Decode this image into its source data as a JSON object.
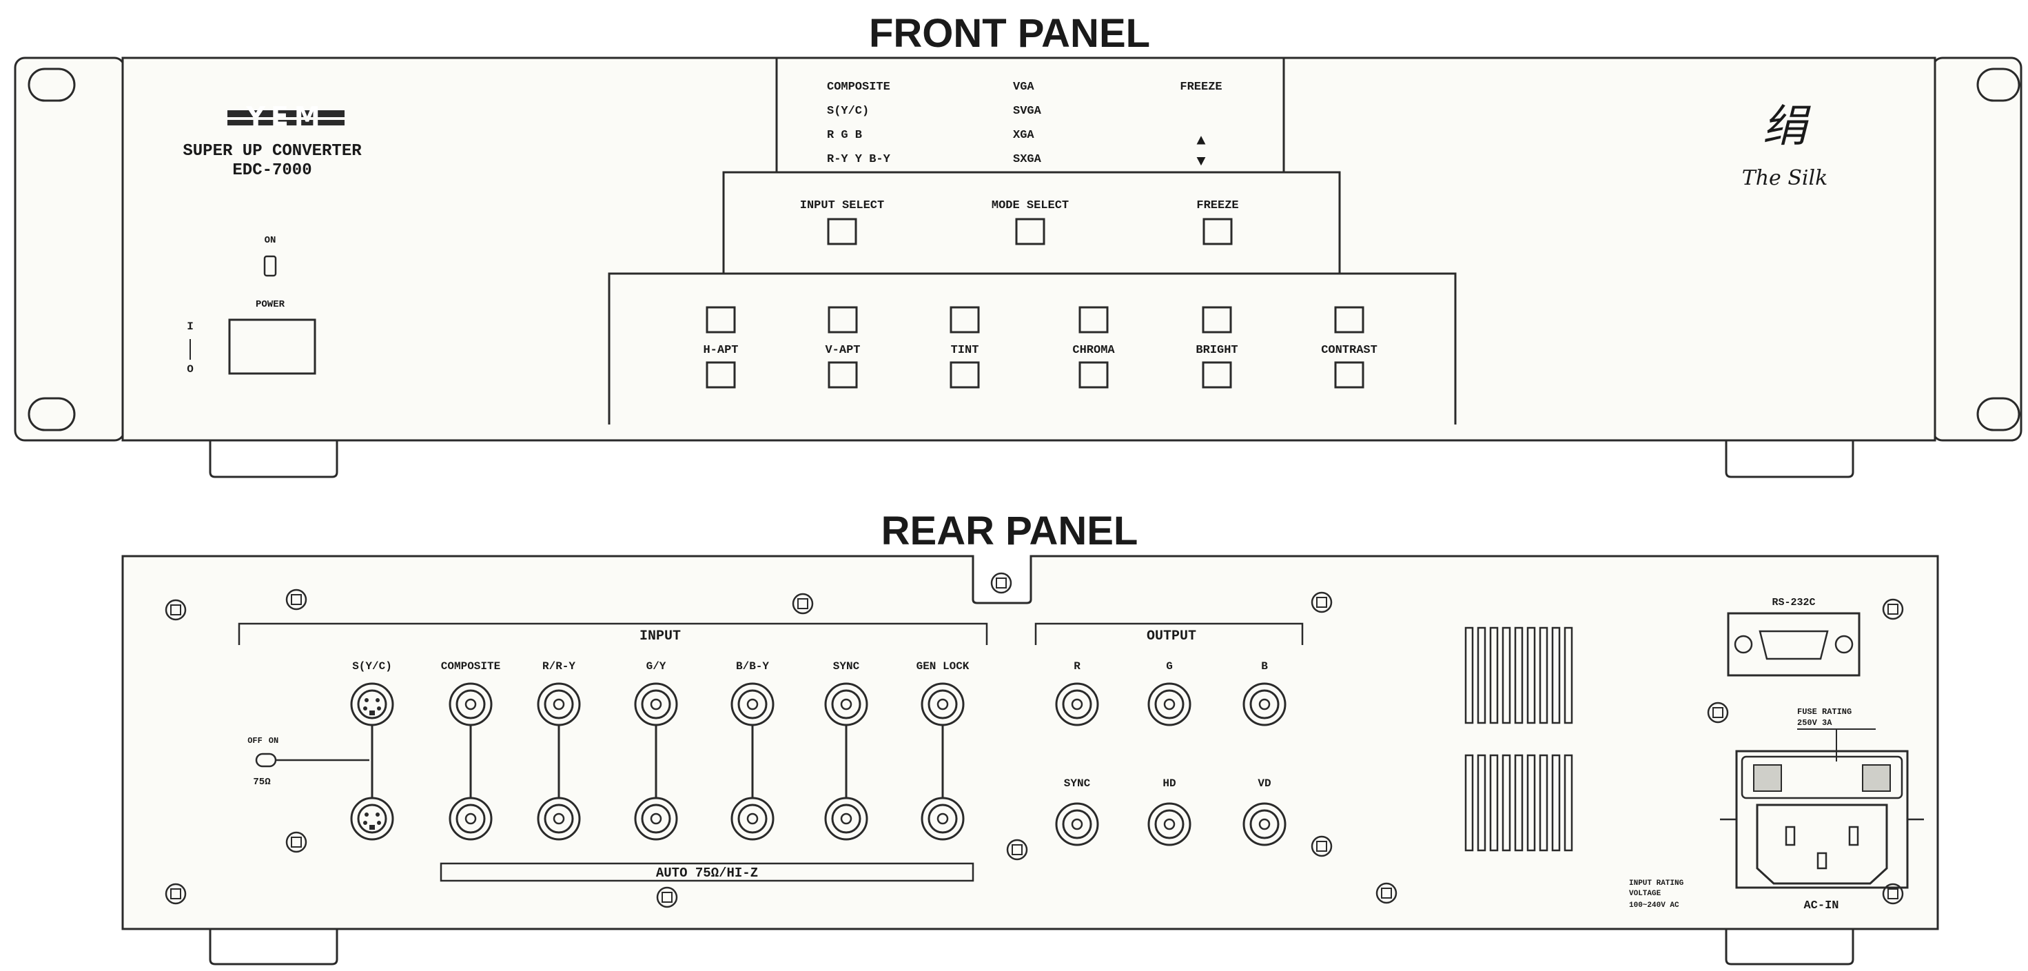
{
  "titles": {
    "front": "FRONT PANEL",
    "rear": "REAR PANEL"
  },
  "front": {
    "logo": "YEM",
    "model_name": "SUPER UP CONVERTER",
    "model_number": "EDC-7000",
    "on_label": "ON",
    "power_label": "POWER",
    "power_marks": [
      "I",
      "O"
    ],
    "input_list": [
      "COMPOSITE",
      "S(Y/C)",
      "R G B",
      "R-Y Y B-Y"
    ],
    "mode_list": [
      "VGA",
      "SVGA",
      "XGA",
      "SXGA"
    ],
    "freeze_indicator": "FREEZE",
    "up_arrow": "▲",
    "down_arrow": "▼",
    "select_buttons": [
      "INPUT SELECT",
      "MODE SELECT",
      "FREEZE"
    ],
    "adjust_controls": [
      "H-APT",
      "V-APT",
      "TINT",
      "CHROMA",
      "BRIGHT",
      "CONTRAST"
    ],
    "brand_glyph": "绢",
    "brand_text": "The Silk"
  },
  "rear": {
    "input_header": "INPUT",
    "output_header": "OUTPUT",
    "input_connectors": [
      "S(Y/C)",
      "COMPOSITE",
      "R/R-Y",
      "G/Y",
      "B/B-Y",
      "SYNC",
      "GEN LOCK"
    ],
    "output_connectors_top": [
      "R",
      "G",
      "B"
    ],
    "output_connectors_bottom": [
      "SYNC",
      "HD",
      "VD"
    ],
    "termination_bar": "AUTO 75Ω/HI-Z",
    "switch_labels": [
      "OFF",
      "ON"
    ],
    "switch_value": "75Ω",
    "rs232_label": "RS-232C",
    "fuse_label": "FUSE RATING",
    "fuse_value": "250V 3A",
    "input_rating": [
      "INPUT RATING",
      "VOLTAGE",
      "100~240V AC"
    ],
    "ac_label": "AC-IN"
  }
}
